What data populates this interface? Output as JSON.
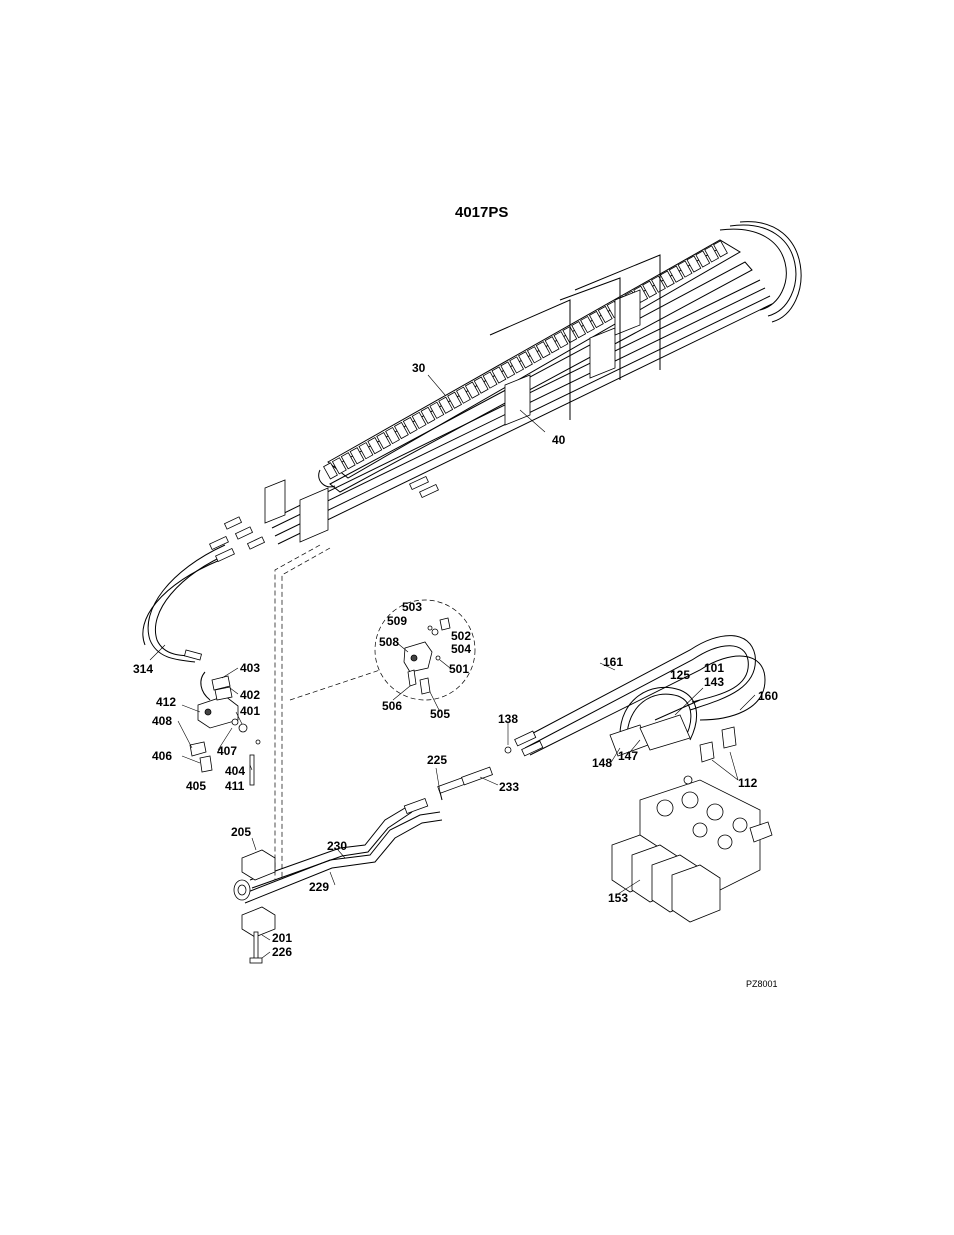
{
  "title": "4017PS",
  "drawing_code": "PZ8001",
  "callouts": {
    "c30": "30",
    "c40": "40",
    "c314": "314",
    "c403": "403",
    "c402": "402",
    "c412": "412",
    "c401": "401",
    "c408": "408",
    "c406": "406",
    "c407": "407",
    "c404": "404",
    "c411": "411",
    "c405": "405",
    "c503": "503",
    "c509": "509",
    "c502": "502",
    "c508": "508",
    "c504": "504",
    "c501": "501",
    "c506": "506",
    "c505": "505",
    "c161": "161",
    "c125": "125",
    "c101": "101",
    "c143": "143",
    "c160": "160",
    "c138": "138",
    "c148": "148",
    "c147": "147",
    "c112": "112",
    "c225": "225",
    "c233": "233",
    "c205": "205",
    "c230": "230",
    "c229": "229",
    "c153": "153",
    "c201": "201",
    "c226": "226"
  }
}
